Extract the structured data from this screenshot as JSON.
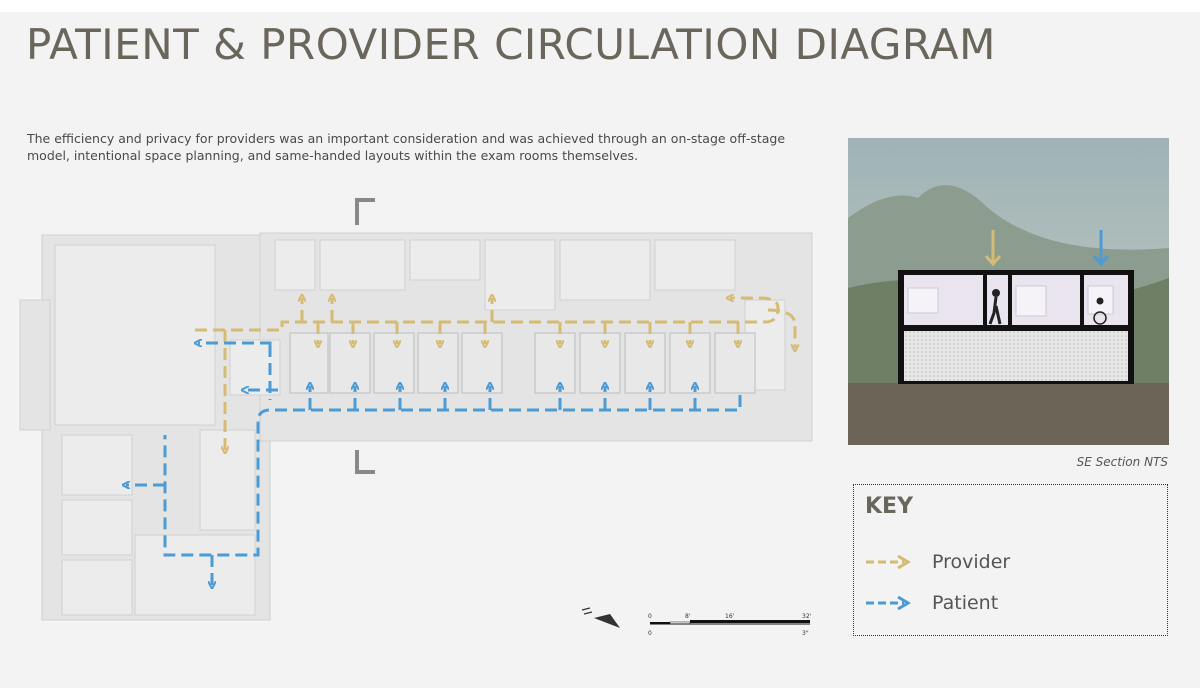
{
  "title": "PATIENT & PROVIDER CIRCULATION DIAGRAM",
  "description": "The efficiency and privacy for providers was an important consideration and was achieved through an on-stage off-stage model, intentional space planning, and same-handed layouts within the exam rooms themselves.",
  "section_caption": "SE Section NTS",
  "key": {
    "title": "KEY",
    "items": [
      {
        "label": "Provider",
        "color": "#d6bb74"
      },
      {
        "label": "Patient",
        "color": "#4d9bd6"
      }
    ]
  },
  "scale_bar": {
    "top_labels": [
      "0",
      "8'",
      "16'",
      "32'"
    ],
    "bottom_labels": [
      "0",
      "3\""
    ]
  },
  "colors": {
    "provider": "#d6bb74",
    "patient": "#4d9bd6",
    "title": "#6b665c"
  }
}
